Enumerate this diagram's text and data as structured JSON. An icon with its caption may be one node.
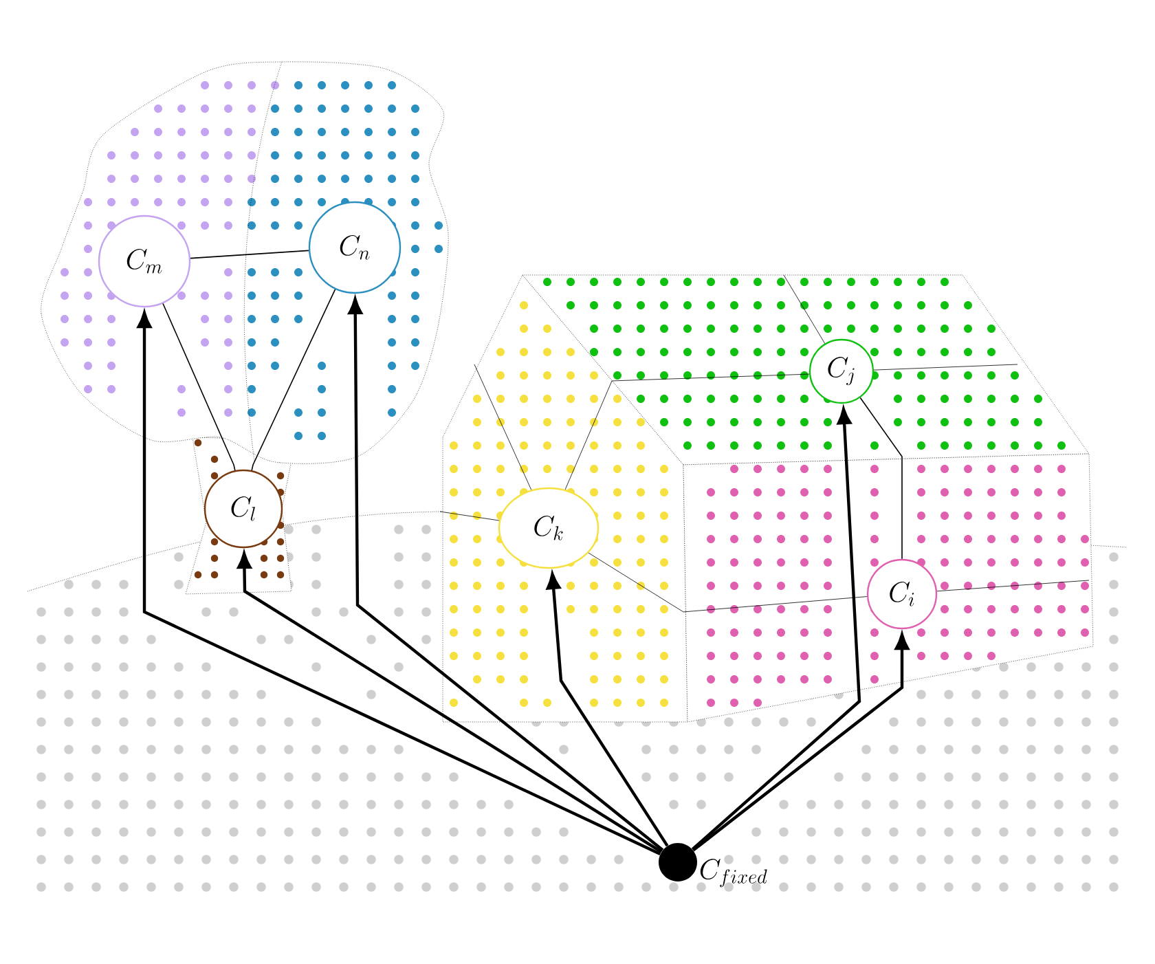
{
  "diagram": {
    "nodes": [
      {
        "text": [
          "C_{m}"
        ]
      },
      {
        "text": [
          "C_{n}"
        ]
      },
      {
        "text": [
          "C_{l}"
        ]
      },
      {
        "text": [
          "C_{k}"
        ]
      },
      {
        "text": [
          "C_{j}"
        ]
      },
      {
        "text": [
          "C_{i}"
        ]
      },
      {
        "text": [],
        "shape": "circle",
        "beside": [
          "C_{fixed}"
        ]
      }
    ],
    "edges": [
      {
        "from": 0,
        "to": 1,
        "arrow": "none"
      },
      {
        "from": 0,
        "to": 2,
        "arrow": "none"
      },
      {
        "from": 1,
        "to": 2,
        "arrow": "none"
      },
      {
        "from": 4,
        "to": 5,
        "arrow": "none"
      },
      {
        "from": 6,
        "to": 0,
        "arrow": "to"
      },
      {
        "from": 6,
        "to": 2,
        "arrow": "to"
      },
      {
        "from": 6,
        "to": 1,
        "arrow": "to"
      },
      {
        "from": 6,
        "to": 3,
        "arrow": "to"
      },
      {
        "from": 6,
        "to": 4,
        "arrow": "to"
      },
      {
        "from": 6,
        "to": 5,
        "arrow": "to"
      }
    ]
  }
}
